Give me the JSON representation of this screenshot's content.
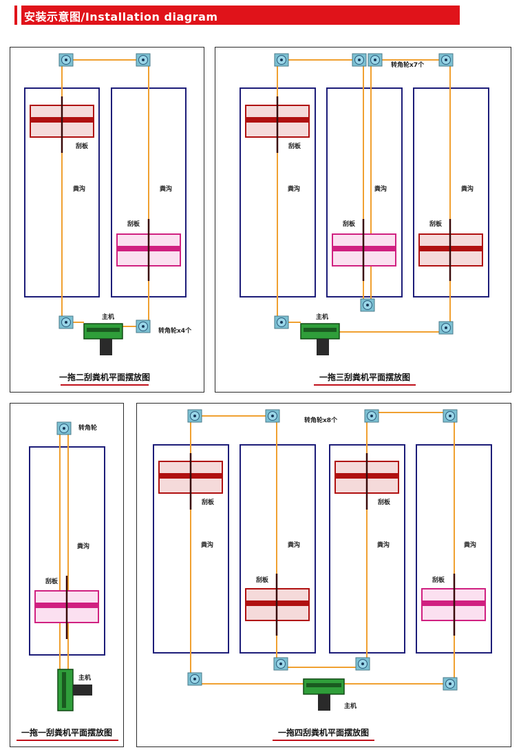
{
  "header": {
    "title": "安装示意图/Installation diagram"
  },
  "labels": {
    "scraper": "刮板",
    "trench": "粪沟",
    "main_unit": "主机",
    "corner_wheel": "转角轮",
    "corner_wheel_x4": "转角轮x4个",
    "corner_wheel_x7": "转角轮x7个",
    "corner_wheel_x8": "转角轮x8个"
  },
  "panels": {
    "two": {
      "caption": "一拖二刮粪机平面摆放图"
    },
    "three": {
      "caption": "一拖三刮粪机平面摆放图"
    },
    "one": {
      "caption": "一拖一刮粪机平面摆放图"
    },
    "four": {
      "caption": "一拖四刮粪机平面摆放图"
    }
  },
  "colors": {
    "header_red": "#e0131a",
    "trench_border": "#1c1c78",
    "rope": "#f0a030",
    "scraper_red": "#b01010",
    "scraper_pink": "#d02080",
    "pulley_teal": "#6ab4c8",
    "motor_green": "#2f9e3a",
    "caption_underline": "#c0101a"
  }
}
